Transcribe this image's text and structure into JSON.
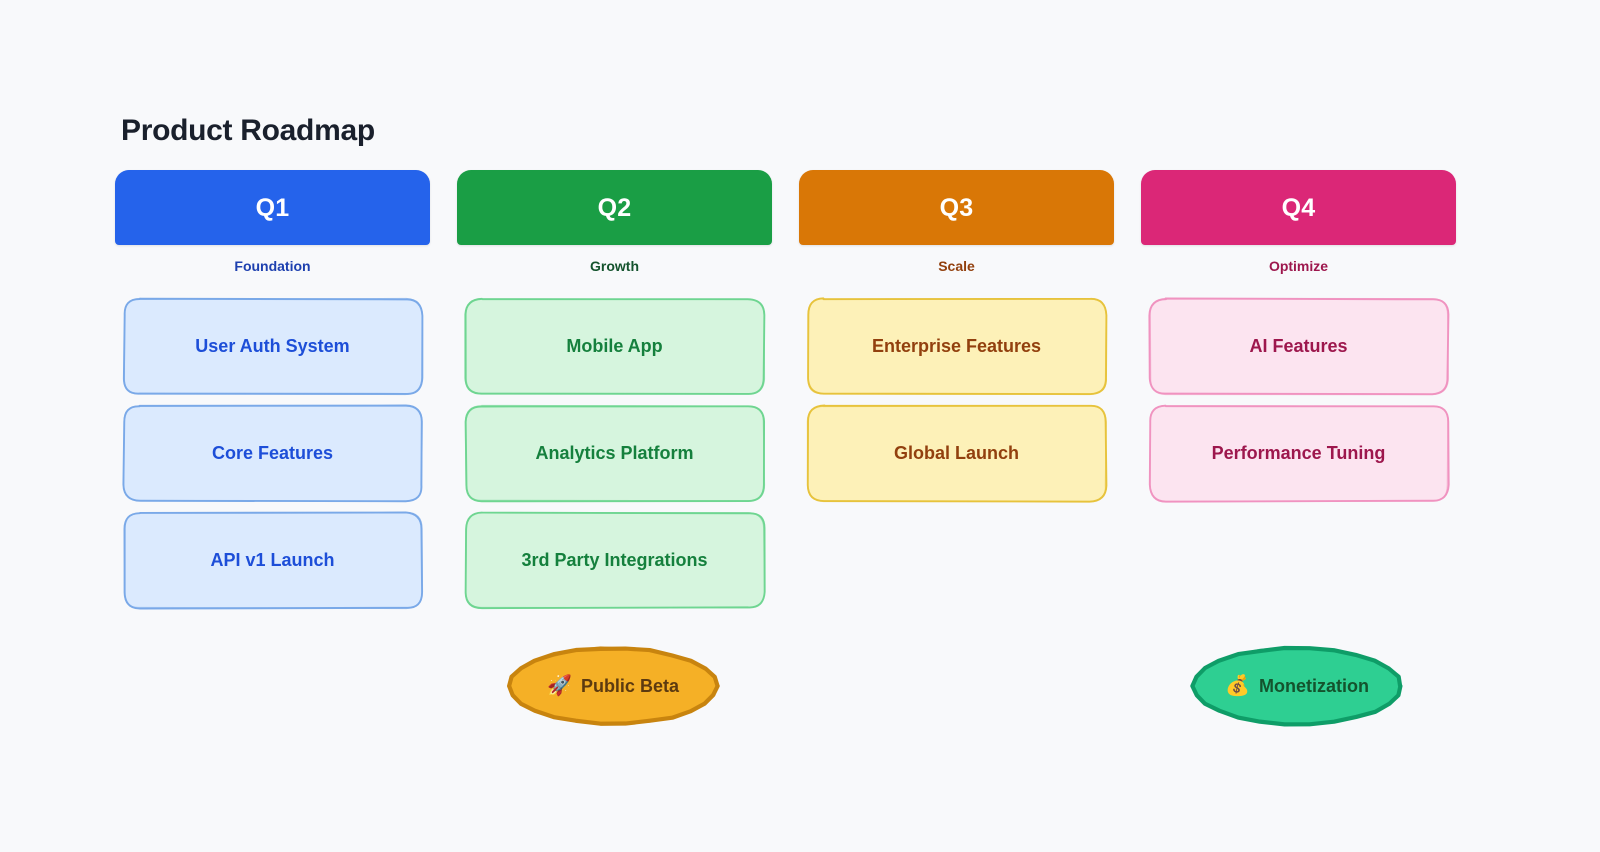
{
  "page": {
    "title": "Product Roadmap",
    "background_color": "#f8f9fb",
    "title_color": "#1a202c"
  },
  "columns": [
    {
      "quarter": "Q1",
      "subtitle": "Foundation",
      "header_color": "#2563eb",
      "subtitle_color": "#1e40af",
      "card_fill": "#dbeafe",
      "card_stroke": "#7aa9e8",
      "card_text_color": "#1d4ed8",
      "cards": [
        {
          "label": "User Auth System"
        },
        {
          "label": "Core Features"
        },
        {
          "label": "API v1 Launch"
        }
      ]
    },
    {
      "quarter": "Q2",
      "subtitle": "Growth",
      "header_color": "#1a9e45",
      "subtitle_color": "#14532d",
      "card_fill": "#d6f5de",
      "card_stroke": "#6fd691",
      "card_text_color": "#15803d",
      "cards": [
        {
          "label": "Mobile App"
        },
        {
          "label": "Analytics Platform"
        },
        {
          "label": "3rd Party Integrations"
        }
      ]
    },
    {
      "quarter": "Q3",
      "subtitle": "Scale",
      "header_color": "#d97706",
      "subtitle_color": "#92400e",
      "card_fill": "#fdf1b8",
      "card_stroke": "#e7c33c",
      "card_text_color": "#92400e",
      "cards": [
        {
          "label": "Enterprise Features"
        },
        {
          "label": "Global Launch"
        }
      ]
    },
    {
      "quarter": "Q4",
      "subtitle": "Optimize",
      "header_color": "#db2777",
      "subtitle_color": "#9d174d",
      "card_fill": "#fce4f0",
      "card_stroke": "#f093c0",
      "card_text_color": "#9d174d",
      "cards": [
        {
          "label": "AI Features"
        },
        {
          "label": "Performance Tuning"
        }
      ]
    }
  ],
  "badges": [
    {
      "id": "public-beta",
      "emoji": "🚀",
      "emoji_name": "rocket-icon",
      "label": "Public Beta",
      "fill": "#f5b026",
      "stroke": "#c8840f",
      "text_color": "#5c3a10"
    },
    {
      "id": "monetization",
      "emoji": "💰",
      "emoji_name": "money-bag-icon",
      "label": "Monetization",
      "fill": "#2ecf92",
      "stroke": "#0f9d68",
      "text_color": "#14532d"
    }
  ]
}
